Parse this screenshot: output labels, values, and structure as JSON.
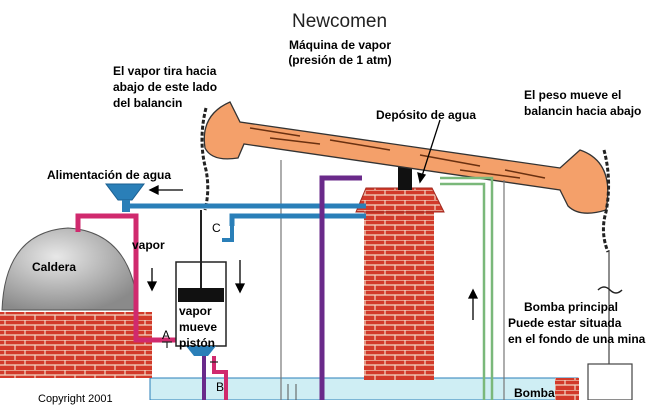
{
  "title": "Newcomen",
  "subtitle_line1": "Máquina de vapor",
  "subtitle_line2": "(presión de 1 atm)",
  "labels": {
    "vapor_tira_1": "El vapor tira hacia",
    "vapor_tira_2": "abajo de este lado",
    "vapor_tira_3": "del balancin",
    "deposito": "Depósito de agua",
    "peso_1": "El peso mueve el",
    "peso_2": "balancin hacia abajo",
    "alimentacion": "Alimentación de agua",
    "vapor": "vapor",
    "caldera": "Caldera",
    "valve_c": "C",
    "valve_a": "A",
    "valve_b": "B",
    "piston_1": "vapor",
    "piston_2": "mueve",
    "piston_3": "pistón",
    "bomba_1": "Bomba principal",
    "bomba_2": "Puede estar situada",
    "bomba_3": "en el fondo de una mina",
    "bomba_bottom": "Bomba",
    "copyright": "Copyright 2001"
  },
  "colors": {
    "beam": "#f4a06a",
    "brick": "#d23a2a",
    "mortar": "#f2d6c4",
    "boiler": "#b8b8b8",
    "pipe_blue": "#2a7fb8",
    "pipe_pink": "#d02a6e",
    "pipe_green": "#7ab87a",
    "pipe_purple": "#6a2a8a",
    "water": "#cfeef4",
    "chain": "#222222"
  }
}
